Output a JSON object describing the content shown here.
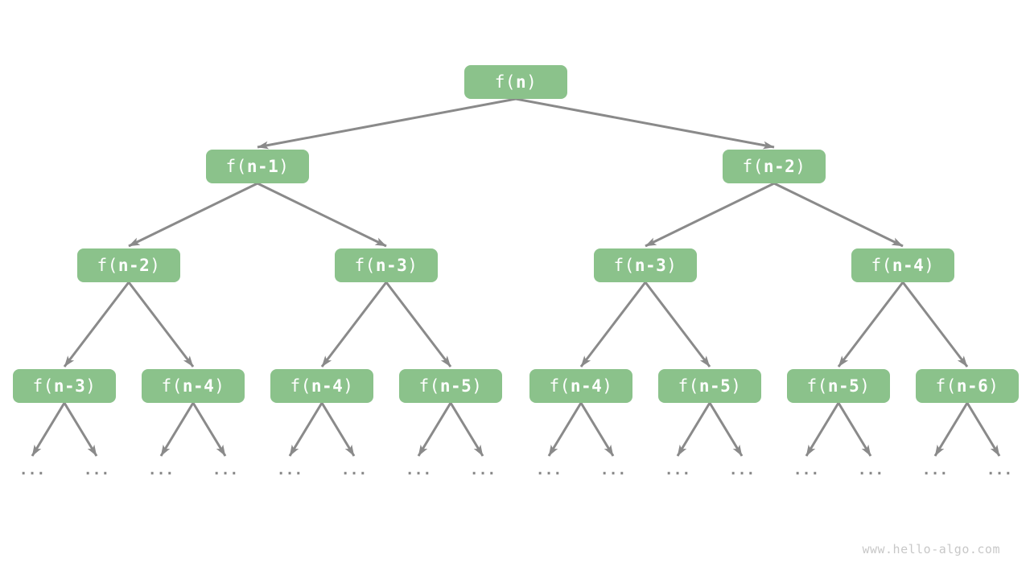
{
  "diagram": {
    "type": "recursion-tree",
    "watermark": "www.hello-algo.com",
    "ellipsis": "...",
    "colors": {
      "node_fill": "#8BC28B",
      "node_text": "#FFFFFF",
      "edge": "#8A8A8A",
      "ellipsis_text": "#8A8A8A",
      "watermark_text": "#C8C8C8",
      "background": "#FFFFFF"
    },
    "levels": [
      {
        "nodes": [
          {
            "label": "f(n)",
            "open": "f(",
            "arg": "n",
            "close": ")"
          }
        ]
      },
      {
        "nodes": [
          {
            "label": "f(n-1)",
            "open": "f(",
            "arg": "n-1",
            "close": ")"
          },
          {
            "label": "f(n-2)",
            "open": "f(",
            "arg": "n-2",
            "close": ")"
          }
        ]
      },
      {
        "nodes": [
          {
            "label": "f(n-2)",
            "open": "f(",
            "arg": "n-2",
            "close": ")"
          },
          {
            "label": "f(n-3)",
            "open": "f(",
            "arg": "n-3",
            "close": ")"
          },
          {
            "label": "f(n-3)",
            "open": "f(",
            "arg": "n-3",
            "close": ")"
          },
          {
            "label": "f(n-4)",
            "open": "f(",
            "arg": "n-4",
            "close": ")"
          }
        ]
      },
      {
        "nodes": [
          {
            "label": "f(n-3)",
            "open": "f(",
            "arg": "n-3",
            "close": ")"
          },
          {
            "label": "f(n-4)",
            "open": "f(",
            "arg": "n-4",
            "close": ")"
          },
          {
            "label": "f(n-4)",
            "open": "f(",
            "arg": "n-4",
            "close": ")"
          },
          {
            "label": "f(n-5)",
            "open": "f(",
            "arg": "n-5",
            "close": ")"
          },
          {
            "label": "f(n-4)",
            "open": "f(",
            "arg": "n-4",
            "close": ")"
          },
          {
            "label": "f(n-5)",
            "open": "f(",
            "arg": "n-5",
            "close": ")"
          },
          {
            "label": "f(n-5)",
            "open": "f(",
            "arg": "n-5",
            "close": ")"
          },
          {
            "label": "f(n-6)",
            "open": "f(",
            "arg": "n-6",
            "close": ")"
          }
        ]
      }
    ]
  }
}
